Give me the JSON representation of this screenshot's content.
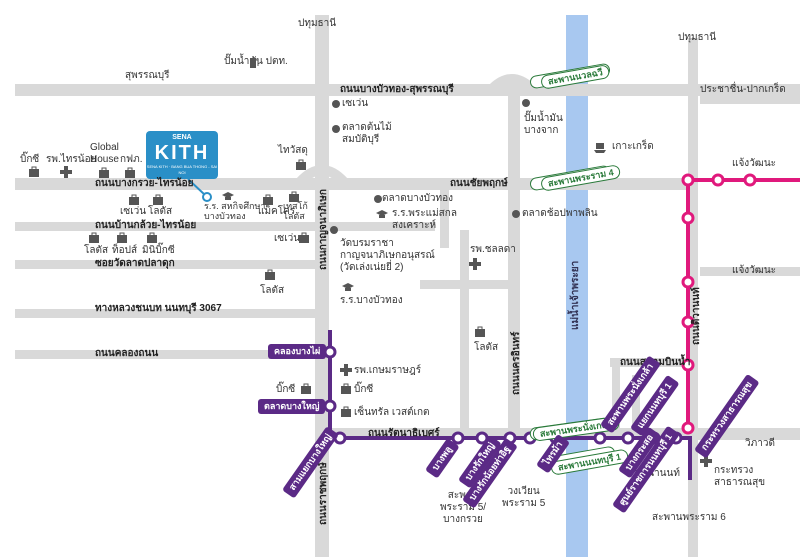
{
  "project": {
    "brand": "SENA",
    "name": "KITH",
    "tagline": "SENA KITH · BANG BUA THONG - SAI NOI"
  },
  "colors": {
    "road": "#d9d9d9",
    "river": "#a8c8f0",
    "purple_line": "#5b2a86",
    "pink_line": "#e0197c",
    "logo": "#2a8fc7"
  },
  "roads": {
    "pathum_thani_top": "ปทุมธานี",
    "pathum_thani_right": "ปทุมธานี",
    "suphanburi": "สุพรรณบุรี",
    "bangbuathong_suphanburi": "ถนนบางบัวทอง-สุพรรณบุรี",
    "bangkruai_sainoi": "ถนนบางกรวย-ไทรน้อย",
    "chaiyaphruek": "ถนนชัยพฤกษ์",
    "bankluay_sainoi": "ถนนบ้านกล้วย-ไทรน้อย",
    "soi_wat_lat_pla_duk": "ซอยวัดลาดปลาดุก",
    "highway_3067": "ทางหลวงชนบท นนทบุรี 3067",
    "khlong_thanon": "ถนนคลองถนน",
    "kanchanaphisek": "ถนนกาญจนาภิเษก",
    "ratchaphruek": "ถนนราชพฤกษ์",
    "rattanathibet": "ถนนรัตนาธิเบศร์",
    "tiwanon": "ถนนติวานนท์",
    "sanambinnam": "ถนนสนามบินน้ำ",
    "prachachuen_pakkret": "ประชาชื่น-ปากเกร็ด",
    "chaengwattana_1": "แจ้งวัฒนะ",
    "chaengwattana_2": "แจ้งวัฒนะ",
    "wipawadi": "วิภาวดี",
    "nonthaburi_rd": "ถนนนครอินทร์"
  },
  "bridges": {
    "rama5_bridge_top": "สะพานพระราม 4",
    "nuan_chit_bridge": "สะพานนวลฉวี",
    "phra_nangklao_bridge": "สะพานพระนั่งเกล้า",
    "nonthaburi1_bridge": "สะพานนนทบุรี 1",
    "rama5": "สะพาน\nพระราม 5/\nบางกรวย",
    "rama5_circle": "วงเวียน\nพระราม 5",
    "rama6": "สะพานพระราม 6",
    "tha_nam_non": "ท่าน้ำนนท์"
  },
  "river": "แม่น้ำเจ้าพระยา",
  "places": {
    "ptt": "ปั๊มน้ำมัน ปตท.",
    "seven_1": "เซเว่น",
    "talad_ton_mai": "ตลาดต้นไม้\nสมบัติบุรี",
    "ptt_bangjak": "ปั๊มน้ำมัน\nบางจาก",
    "koh_kret": "เกาะเกร็ด",
    "big_c_1": "บิ๊กซี",
    "rph_sainoi": "รพ.ไทรน้อย",
    "global_house": "Global\nHouse",
    "kfm": "กฟภ.",
    "tops_1": "โลตัส",
    "seven_2": "เซเว่น",
    "lotus_2": "โลตัส",
    "school_sahakorn": "ร.ร. สหกิจศึกษา\nบางบัวทอง",
    "makro": "แม็คโคร",
    "tesco": "เทสโก้\nโลตัส",
    "hiway": "ไทวัสดุ",
    "talad_bangbuathong": "ตลาดบางบัวทอง",
    "school_saengsakon": "ร.ร.พระแม่สกล\nสงเคราะห์",
    "talad_chaipruek": "ตลาดช้อปพาพลิน",
    "lotus_3": "โลตัส",
    "tops_2": "ท็อปส์",
    "mini_bigc": "มินิบิ๊กซี",
    "seven_3": "เซเว่น",
    "wat_bromracha": "วัดบรมราชา\nกาญจนาภิเษกอนุสรณ์\n(วัดเล่งเน่ยยี่ 2)",
    "school_bangbuathong": "ร.ร.บางบัวทอง",
    "rph_chonlaprathan": "รพ.ชลลดา",
    "lotus_4": "โลตัส",
    "lotus_5": "โลตัส",
    "rph_kasemrad": "รพ.เกษมราษฎร์",
    "big_c_2": "บิ๊กซี",
    "big_c_3": "บิ๊กซี",
    "central_westgate": "เซ็นทรัล เวสต์เกต",
    "ministry_health": "กระทรวง\nสาธารณสุข"
  },
  "stations": {
    "khlong_bang_phai": "คลองบางไผ่",
    "talad_bang_yai": "ตลาดบางใหญ่",
    "sam_yaek_bang_yai": "สามแยกบางใหญ่",
    "bang_phlu": "บางพลู",
    "bang_rak_yai": "บางรักใหญ่",
    "bang_rak_noi_tha_it": "บางรักน้อยท่าอิฐ",
    "sai_ma": "ไทรม้า",
    "phra_nang_klao_bridge": "สะพานพระนั่งเกล้า",
    "yaek_nonthaburi_1": "แยกนนทบุรี 1",
    "bang_krasor": "บางกระสอ",
    "nonthaburi_civic": "ศูนย์ราชการนนทบุรี 1",
    "ministry_station": "กระทรวงสาธารณสุข"
  },
  "icons": [
    "shopping-bag-icon",
    "hospital-cross-icon",
    "school-cap-icon",
    "fuel-pump-icon",
    "temple-icon",
    "ferry-icon"
  ]
}
